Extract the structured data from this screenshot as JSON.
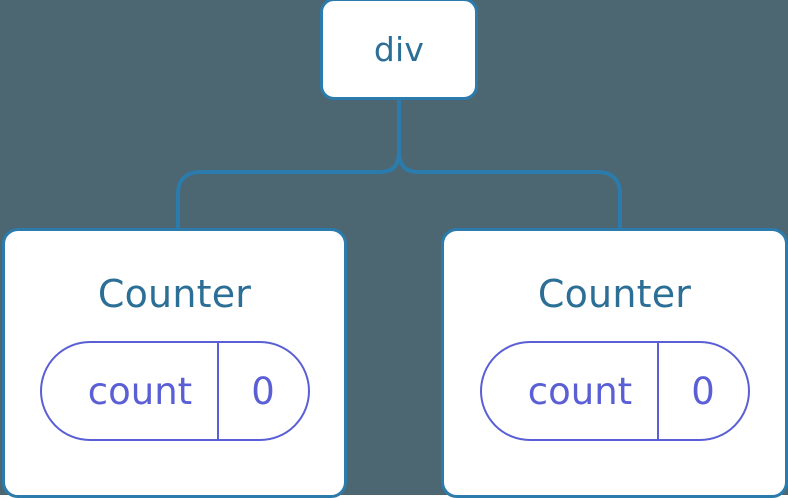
{
  "diagram": {
    "type": "component-tree",
    "background_color": "#4c6772",
    "node_border_color": "#2b7cac",
    "node_text_color": "#2c6f96",
    "state_color": "#5a5fd6",
    "connector_color": "#2b7cac",
    "root": {
      "label": "div"
    },
    "children": [
      {
        "label": "Counter",
        "state": {
          "key": "count",
          "value": "0"
        }
      },
      {
        "label": "Counter",
        "state": {
          "key": "count",
          "value": "0"
        }
      }
    ]
  }
}
